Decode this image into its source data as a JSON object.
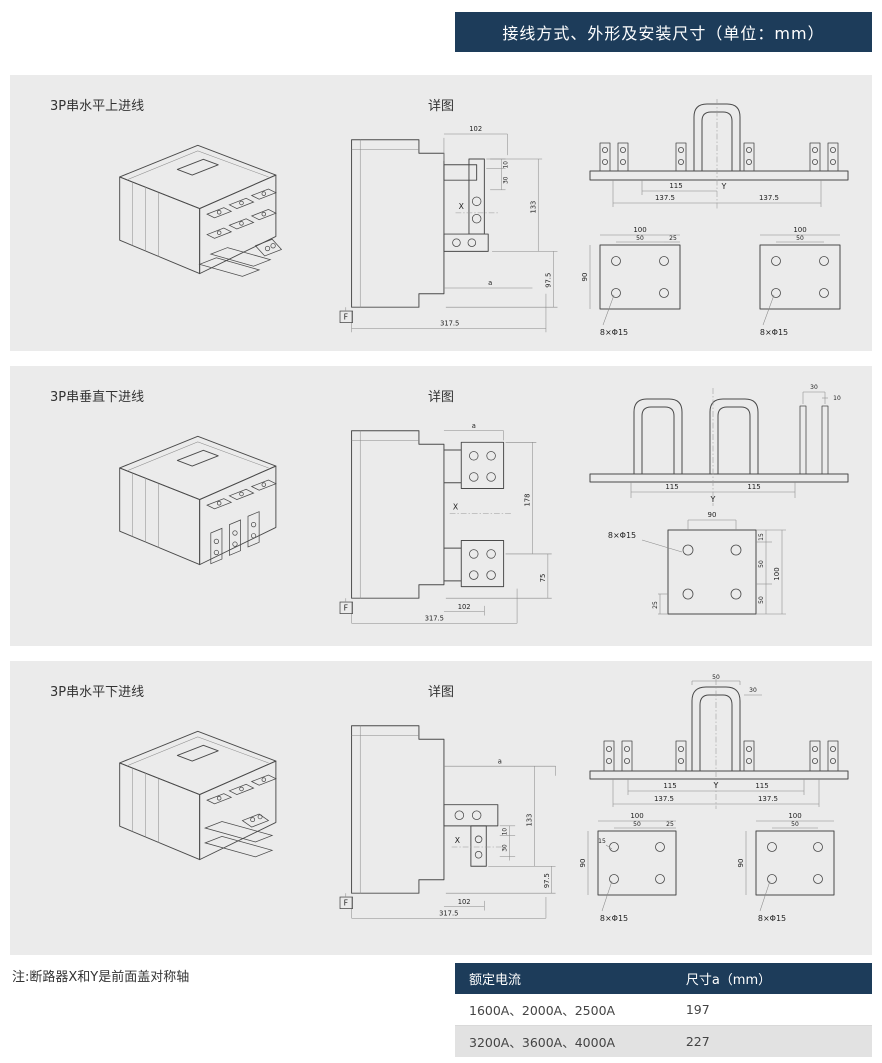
{
  "colors": {
    "accent": "#1d3c5a",
    "panel_bg": "#ebebeb"
  },
  "page": {
    "header_title": "接线方式、外形及安装尺寸（单位：mm）",
    "note": "注:断路器X和Y是前面盖对称轴"
  },
  "panels": [
    {
      "title": "3P串水平上进线",
      "detail_label": "详图",
      "side": {
        "top_w": "102",
        "off1": "10",
        "off2": "30",
        "axis_x": "X",
        "h1": "133",
        "h2": "97.5",
        "dim_a": "a",
        "base_w": "317.5",
        "axis_f": "F"
      },
      "detail_top": {
        "p1": "115",
        "axis_y": "Y",
        "p2": "137.5",
        "p3": "137.5"
      },
      "detail_bottom": {
        "w1": "100",
        "w2": "50",
        "w3": "25",
        "h1": "90",
        "holes1": "8×Φ15",
        "w4": "100",
        "w5": "50",
        "holes2": "8×Φ15"
      }
    },
    {
      "title": "3P串垂直下进线",
      "detail_label": "详图",
      "side": {
        "dim_a": "a",
        "axis_x": "X",
        "h1": "178",
        "h2": "75",
        "bot_w": "102",
        "base_w": "317.5",
        "axis_f": "F"
      },
      "detail_top": {
        "t1": "30",
        "t2": "10",
        "p1": "115",
        "axis_y": "Y",
        "p2": "115"
      },
      "detail_bottom": {
        "w1": "90",
        "holes1": "8×Φ15",
        "r1": "15",
        "r2": "50",
        "r3": "50",
        "r4": "100",
        "b1": "25"
      }
    },
    {
      "title": "3P串水平下进线",
      "detail_label": "详图",
      "side": {
        "dim_a": "a",
        "axis_x": "X",
        "off1": "10",
        "off2": "30",
        "h1": "133",
        "h2": "97.5",
        "bot_w": "102",
        "base_w": "317.5",
        "axis_f": "F"
      },
      "detail_top": {
        "t1": "50",
        "t2": "30",
        "p1": "115",
        "axis_y": "Y",
        "p2": "115",
        "q1": "137.5",
        "q2": "137.5"
      },
      "detail_bottom": {
        "w1": "100",
        "w2": "50",
        "w3": "25",
        "h1": "90",
        "s1": "15",
        "holes1": "8×Φ15",
        "w4": "100",
        "w5": "50",
        "h2": "90",
        "holes2": "8×Φ15"
      }
    }
  ],
  "table": {
    "col1": "额定电流",
    "col2": "尺寸a（mm）",
    "rows": [
      [
        "1600A、2000A、2500A",
        "197"
      ],
      [
        "3200A、3600A、4000A",
        "227"
      ]
    ]
  }
}
